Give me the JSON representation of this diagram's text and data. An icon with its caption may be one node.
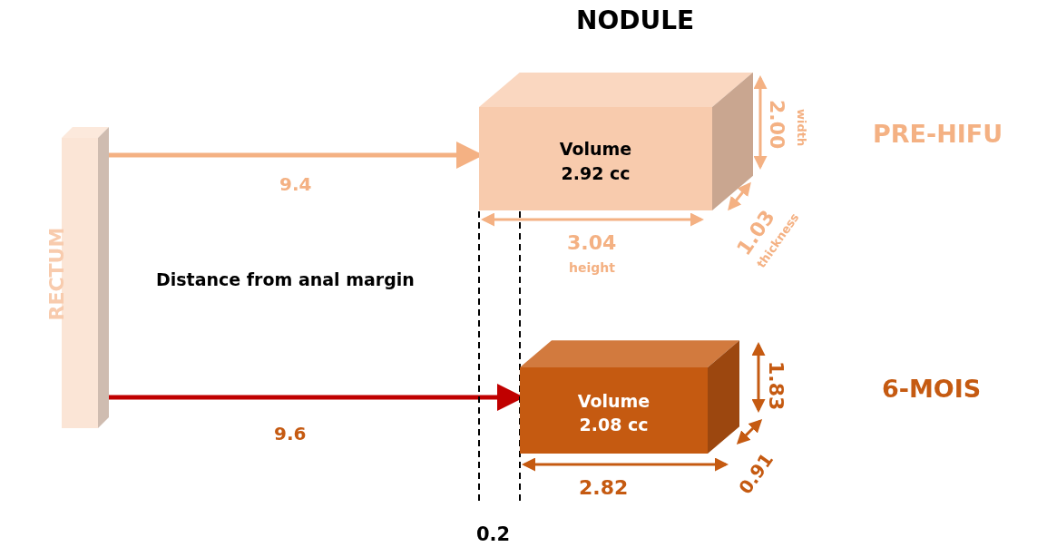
{
  "diagram": {
    "title": "NODULE",
    "nodes": [
      {
        "text": [
          "RECTUM"
        ]
      },
      {
        "text": [
          "Volume 2.92 cc"
        ]
      },
      {
        "text": [
          "Volume 2.08 cc"
        ]
      }
    ],
    "edges": [
      {
        "from": 0,
        "to": 1,
        "arrow": "to",
        "label": "9.4",
        "color": "#f4b183"
      },
      {
        "from": 0,
        "to": 2,
        "arrow": "to",
        "label": "9.6",
        "color": "#c00000"
      }
    ],
    "labels": [
      "2.00",
      "width",
      "PRE-HIFU",
      "1.03",
      "thickness",
      "3.04",
      "height",
      "Distance from anal margin",
      "1.83",
      "6-MOIS",
      "0.91",
      "2.82",
      "0.2"
    ]
  }
}
